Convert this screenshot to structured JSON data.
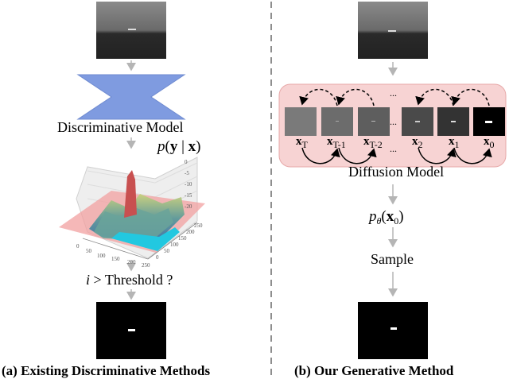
{
  "left": {
    "discriminative_model_label": "Discriminative Model",
    "prob_formula": "p(y | x)",
    "threshold_text": "i > Threshold ?",
    "caption": "(a) Existing Discriminative Methods",
    "axis_ticks_front": [
      "0",
      "50",
      "100",
      "150",
      "200",
      "250"
    ],
    "axis_ticks_side": [
      "0",
      "50",
      "100",
      "150",
      "200",
      "250"
    ],
    "axis_ticks_z": [
      "0",
      "-5",
      "-10",
      "-15",
      "-20"
    ]
  },
  "right": {
    "diffusion_label": "Diffusion Model",
    "ptheta_formula": "pθ(x0)",
    "sample_label": "Sample",
    "caption": "(b) Our Generative Method",
    "frames": [
      {
        "label": "x",
        "sub": "T"
      },
      {
        "label": "x",
        "sub": "T-1"
      },
      {
        "label": "x",
        "sub": "T-2"
      },
      {
        "label": "x",
        "sub": "2"
      },
      {
        "label": "x",
        "sub": "1"
      },
      {
        "label": "x",
        "sub": "0"
      }
    ],
    "ellipsis": "..."
  },
  "colors": {
    "hourglass": "#7f9be0",
    "diffusion_bg": "#f7d3d3",
    "diffusion_border": "#e7a9a9",
    "arrow": "#b5b5b5",
    "divider": "#444444"
  }
}
